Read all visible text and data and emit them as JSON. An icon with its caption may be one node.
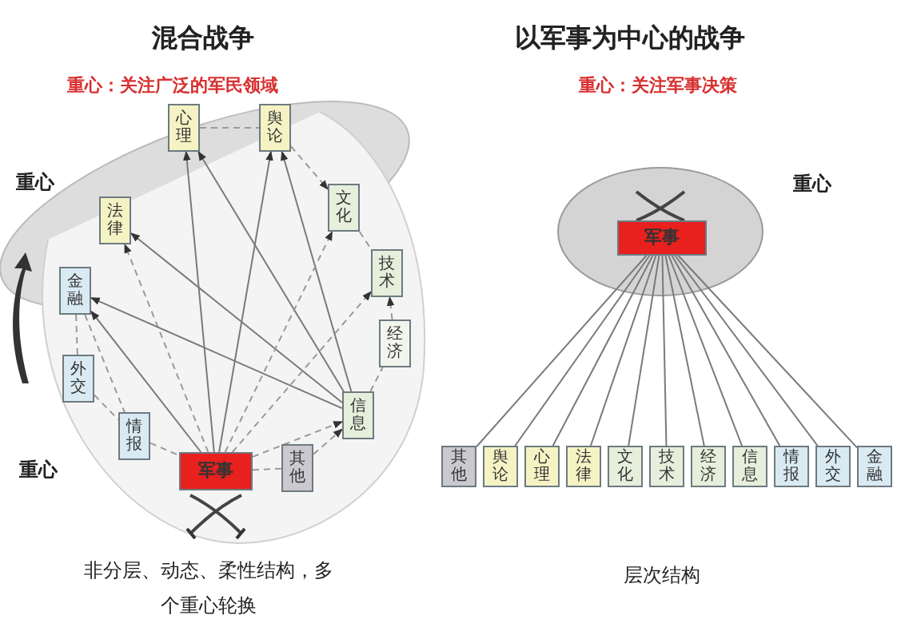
{
  "diagram": {
    "nodes": [
      {
        "text": [
          "心理"
        ]
      },
      {
        "text": [
          "舆论"
        ]
      },
      {
        "text": [
          "法律"
        ]
      },
      {
        "text": [
          "文化"
        ]
      },
      {
        "text": [
          "金融"
        ]
      },
      {
        "text": [
          "技术"
        ]
      },
      {
        "text": [
          "外交"
        ]
      },
      {
        "text": [
          "经济"
        ]
      },
      {
        "text": [
          "情报"
        ]
      },
      {
        "text": [
          "信息"
        ]
      },
      {
        "text": [
          "军事"
        ]
      },
      {
        "text": [
          "其他"
        ]
      },
      {
        "text": [
          "军事"
        ]
      },
      {
        "text": [
          "其他"
        ]
      },
      {
        "text": [
          "舆论"
        ]
      },
      {
        "text": [
          "心理"
        ]
      },
      {
        "text": [
          "法律"
        ]
      },
      {
        "text": [
          "文化"
        ]
      },
      {
        "text": [
          "技术"
        ]
      },
      {
        "text": [
          "经济"
        ]
      },
      {
        "text": [
          "信息"
        ]
      },
      {
        "text": [
          "情报"
        ]
      },
      {
        "text": [
          "外交"
        ]
      },
      {
        "text": [
          "金融"
        ]
      }
    ],
    "edges": [
      {
        "from": 10,
        "to": 0,
        "arrow": "to"
      },
      {
        "from": 10,
        "to": 1,
        "arrow": "to"
      },
      {
        "from": 10,
        "to": 2,
        "arrow": "to",
        "style": "dashed"
      },
      {
        "from": 10,
        "to": 4,
        "arrow": "to"
      },
      {
        "from": 9,
        "to": 0,
        "arrow": "to"
      },
      {
        "from": 9,
        "to": 1,
        "arrow": "to"
      },
      {
        "from": 9,
        "to": 2,
        "arrow": "to"
      },
      {
        "from": 9,
        "to": 4,
        "arrow": "to"
      },
      {
        "from": 10,
        "to": 9,
        "arrow": "to",
        "style": "dashed"
      },
      {
        "from": 10,
        "to": 3,
        "arrow": "to",
        "style": "dashed"
      },
      {
        "from": 10,
        "to": 5,
        "arrow": "to",
        "style": "dashed"
      },
      {
        "from": 0,
        "to": 1,
        "arrow": "none",
        "style": "dashed"
      },
      {
        "from": 1,
        "to": 3,
        "arrow": "to",
        "style": "dashed"
      },
      {
        "from": 3,
        "to": 5,
        "arrow": "none",
        "style": "dashed"
      },
      {
        "from": 7,
        "to": 5,
        "arrow": "to",
        "style": "dashed"
      },
      {
        "from": 9,
        "to": 7,
        "arrow": "none",
        "style": "dashed"
      },
      {
        "from": 4,
        "to": 6,
        "arrow": "none",
        "style": "dashed"
      },
      {
        "from": 6,
        "to": 8,
        "arrow": "none",
        "style": "dashed"
      },
      {
        "from": 4,
        "to": 8,
        "arrow": "none",
        "style": "dashed"
      },
      {
        "from": 8,
        "to": 10,
        "arrow": "none",
        "style": "dashed"
      },
      {
        "from": 10,
        "to": 11,
        "arrow": "none",
        "style": "dashed"
      },
      {
        "from": 11,
        "to": 9,
        "arrow": "to",
        "style": "dashed"
      },
      {
        "from": 12,
        "to": 13,
        "arrow": "none"
      },
      {
        "from": 12,
        "to": 14,
        "arrow": "none"
      },
      {
        "from": 12,
        "to": 15,
        "arrow": "none"
      },
      {
        "from": 12,
        "to": 16,
        "arrow": "none"
      },
      {
        "from": 12,
        "to": 17,
        "arrow": "none"
      },
      {
        "from": 12,
        "to": 18,
        "arrow": "none"
      },
      {
        "from": 12,
        "to": 19,
        "arrow": "none"
      },
      {
        "from": 12,
        "to": 20,
        "arrow": "none"
      },
      {
        "from": 12,
        "to": 21,
        "arrow": "none"
      },
      {
        "from": 12,
        "to": 22,
        "arrow": "none"
      },
      {
        "from": 12,
        "to": 23,
        "arrow": "none"
      }
    ],
    "labels": [
      "混合战争",
      "以军事为中心的战争",
      "重心：关注广泛的军民领域",
      "重心：关注军事决策",
      "重心",
      "重心",
      "重心",
      "非分层、动态、柔性结构，多个重心轮换",
      "层次结构"
    ]
  }
}
